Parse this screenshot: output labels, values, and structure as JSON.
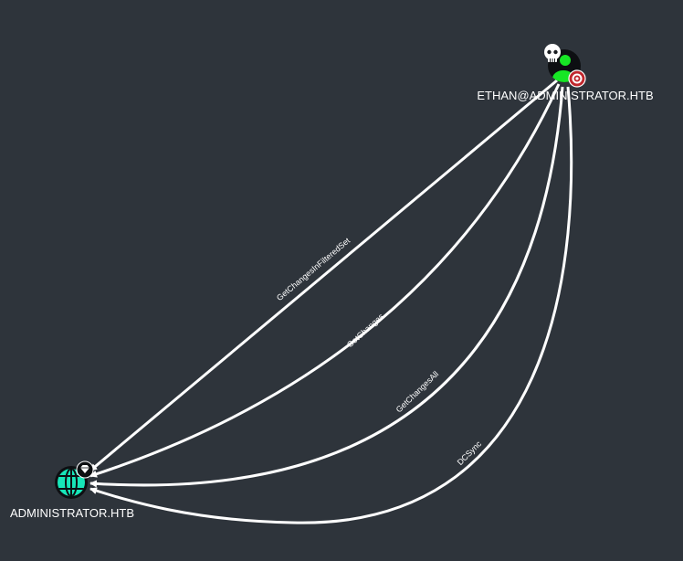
{
  "graph": {
    "nodes": {
      "source": {
        "label": "ETHAN@ADMINISTRATOR.HTB",
        "type": "User",
        "icons": [
          "skull-icon",
          "user-icon",
          "target-icon"
        ],
        "colors": {
          "fill": "#17e625",
          "badge": "#c0272d"
        }
      },
      "target": {
        "label": "ADMINISTRATOR.HTB",
        "type": "Domain",
        "icons": [
          "globe-icon",
          "diamond-icon"
        ],
        "colors": {
          "fill": "#17e6b9"
        }
      }
    },
    "edges": [
      {
        "label": "GetChangesInFilteredSet",
        "from": "source",
        "to": "target"
      },
      {
        "label": "GetChanges",
        "from": "source",
        "to": "target"
      },
      {
        "label": "GetChangesAll",
        "from": "source",
        "to": "target"
      },
      {
        "label": "DCSync",
        "from": "source",
        "to": "target"
      }
    ],
    "colors": {
      "background": "#2e343b",
      "edge": "#ffffff",
      "text": "#ffffff"
    }
  }
}
